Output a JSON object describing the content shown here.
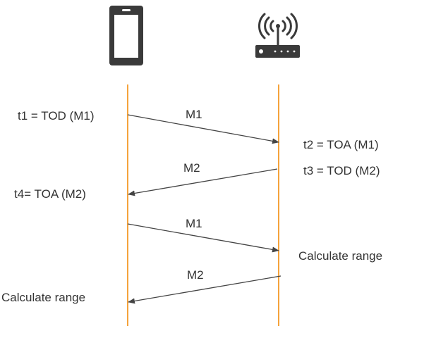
{
  "colors": {
    "lifeline": "#f5a33c",
    "arrow": "#444444",
    "icon": "#3a3a3a",
    "text": "#333333"
  },
  "icons": {
    "left": "smartphone-icon",
    "right": "wifi-router-icon"
  },
  "messages": [
    {
      "label": "M1",
      "direction": "phone-to-router"
    },
    {
      "label": "M2",
      "direction": "router-to-phone"
    },
    {
      "label": "M1",
      "direction": "phone-to-router"
    },
    {
      "label": "M2",
      "direction": "router-to-phone"
    }
  ],
  "annotations": {
    "t1": "t1 = TOD (M1)",
    "t2": "t2 = TOA (M1)",
    "t3": "t3 = TOD (M2)",
    "t4": "t4= TOA (M2)",
    "router_calc": "Calculate range",
    "phone_calc": "Calculate range"
  }
}
